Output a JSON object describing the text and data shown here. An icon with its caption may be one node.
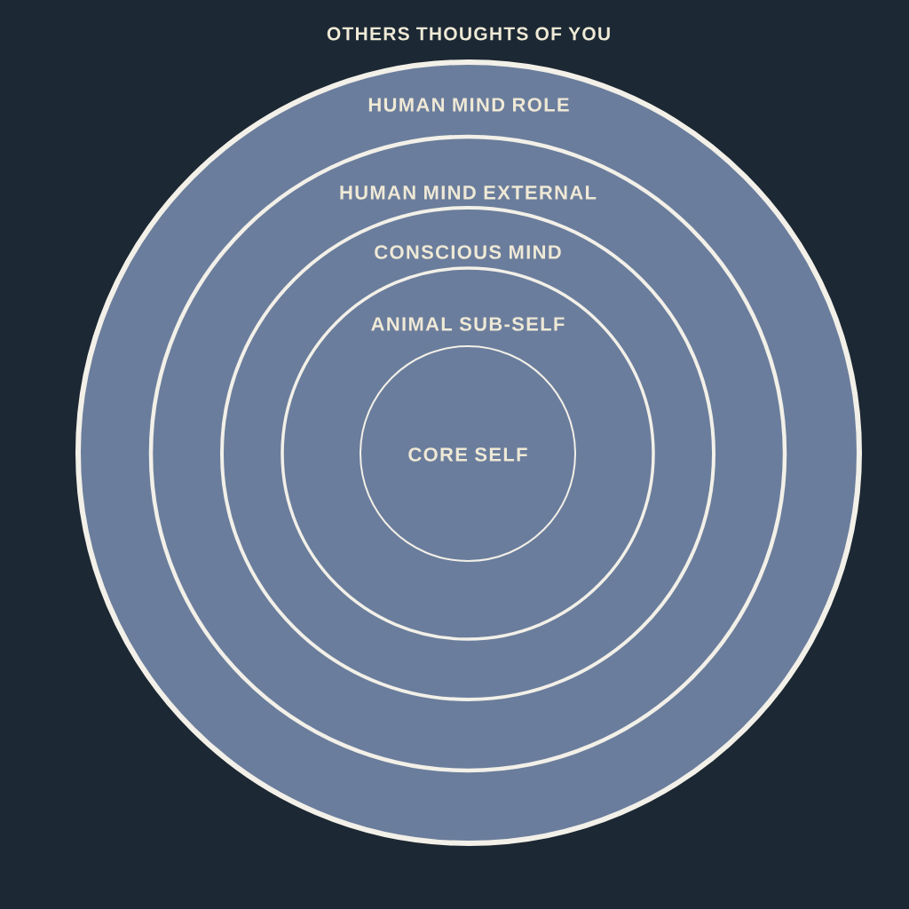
{
  "diagram": {
    "title": "OTHERS THOUGHTS OF YOU",
    "nodes": [
      {
        "text": [
          "HUMAN MIND ROLE"
        ]
      },
      {
        "text": [
          "HUMAN MIND EXTERNAL"
        ],
        "in": 0
      },
      {
        "text": [
          "CONSCIOUS MIND"
        ],
        "in": 1
      },
      {
        "text": [
          "ANIMAL SUB-SELF"
        ],
        "in": 2
      },
      {
        "text": [
          "CORE SELF"
        ],
        "in": 3
      }
    ]
  }
}
